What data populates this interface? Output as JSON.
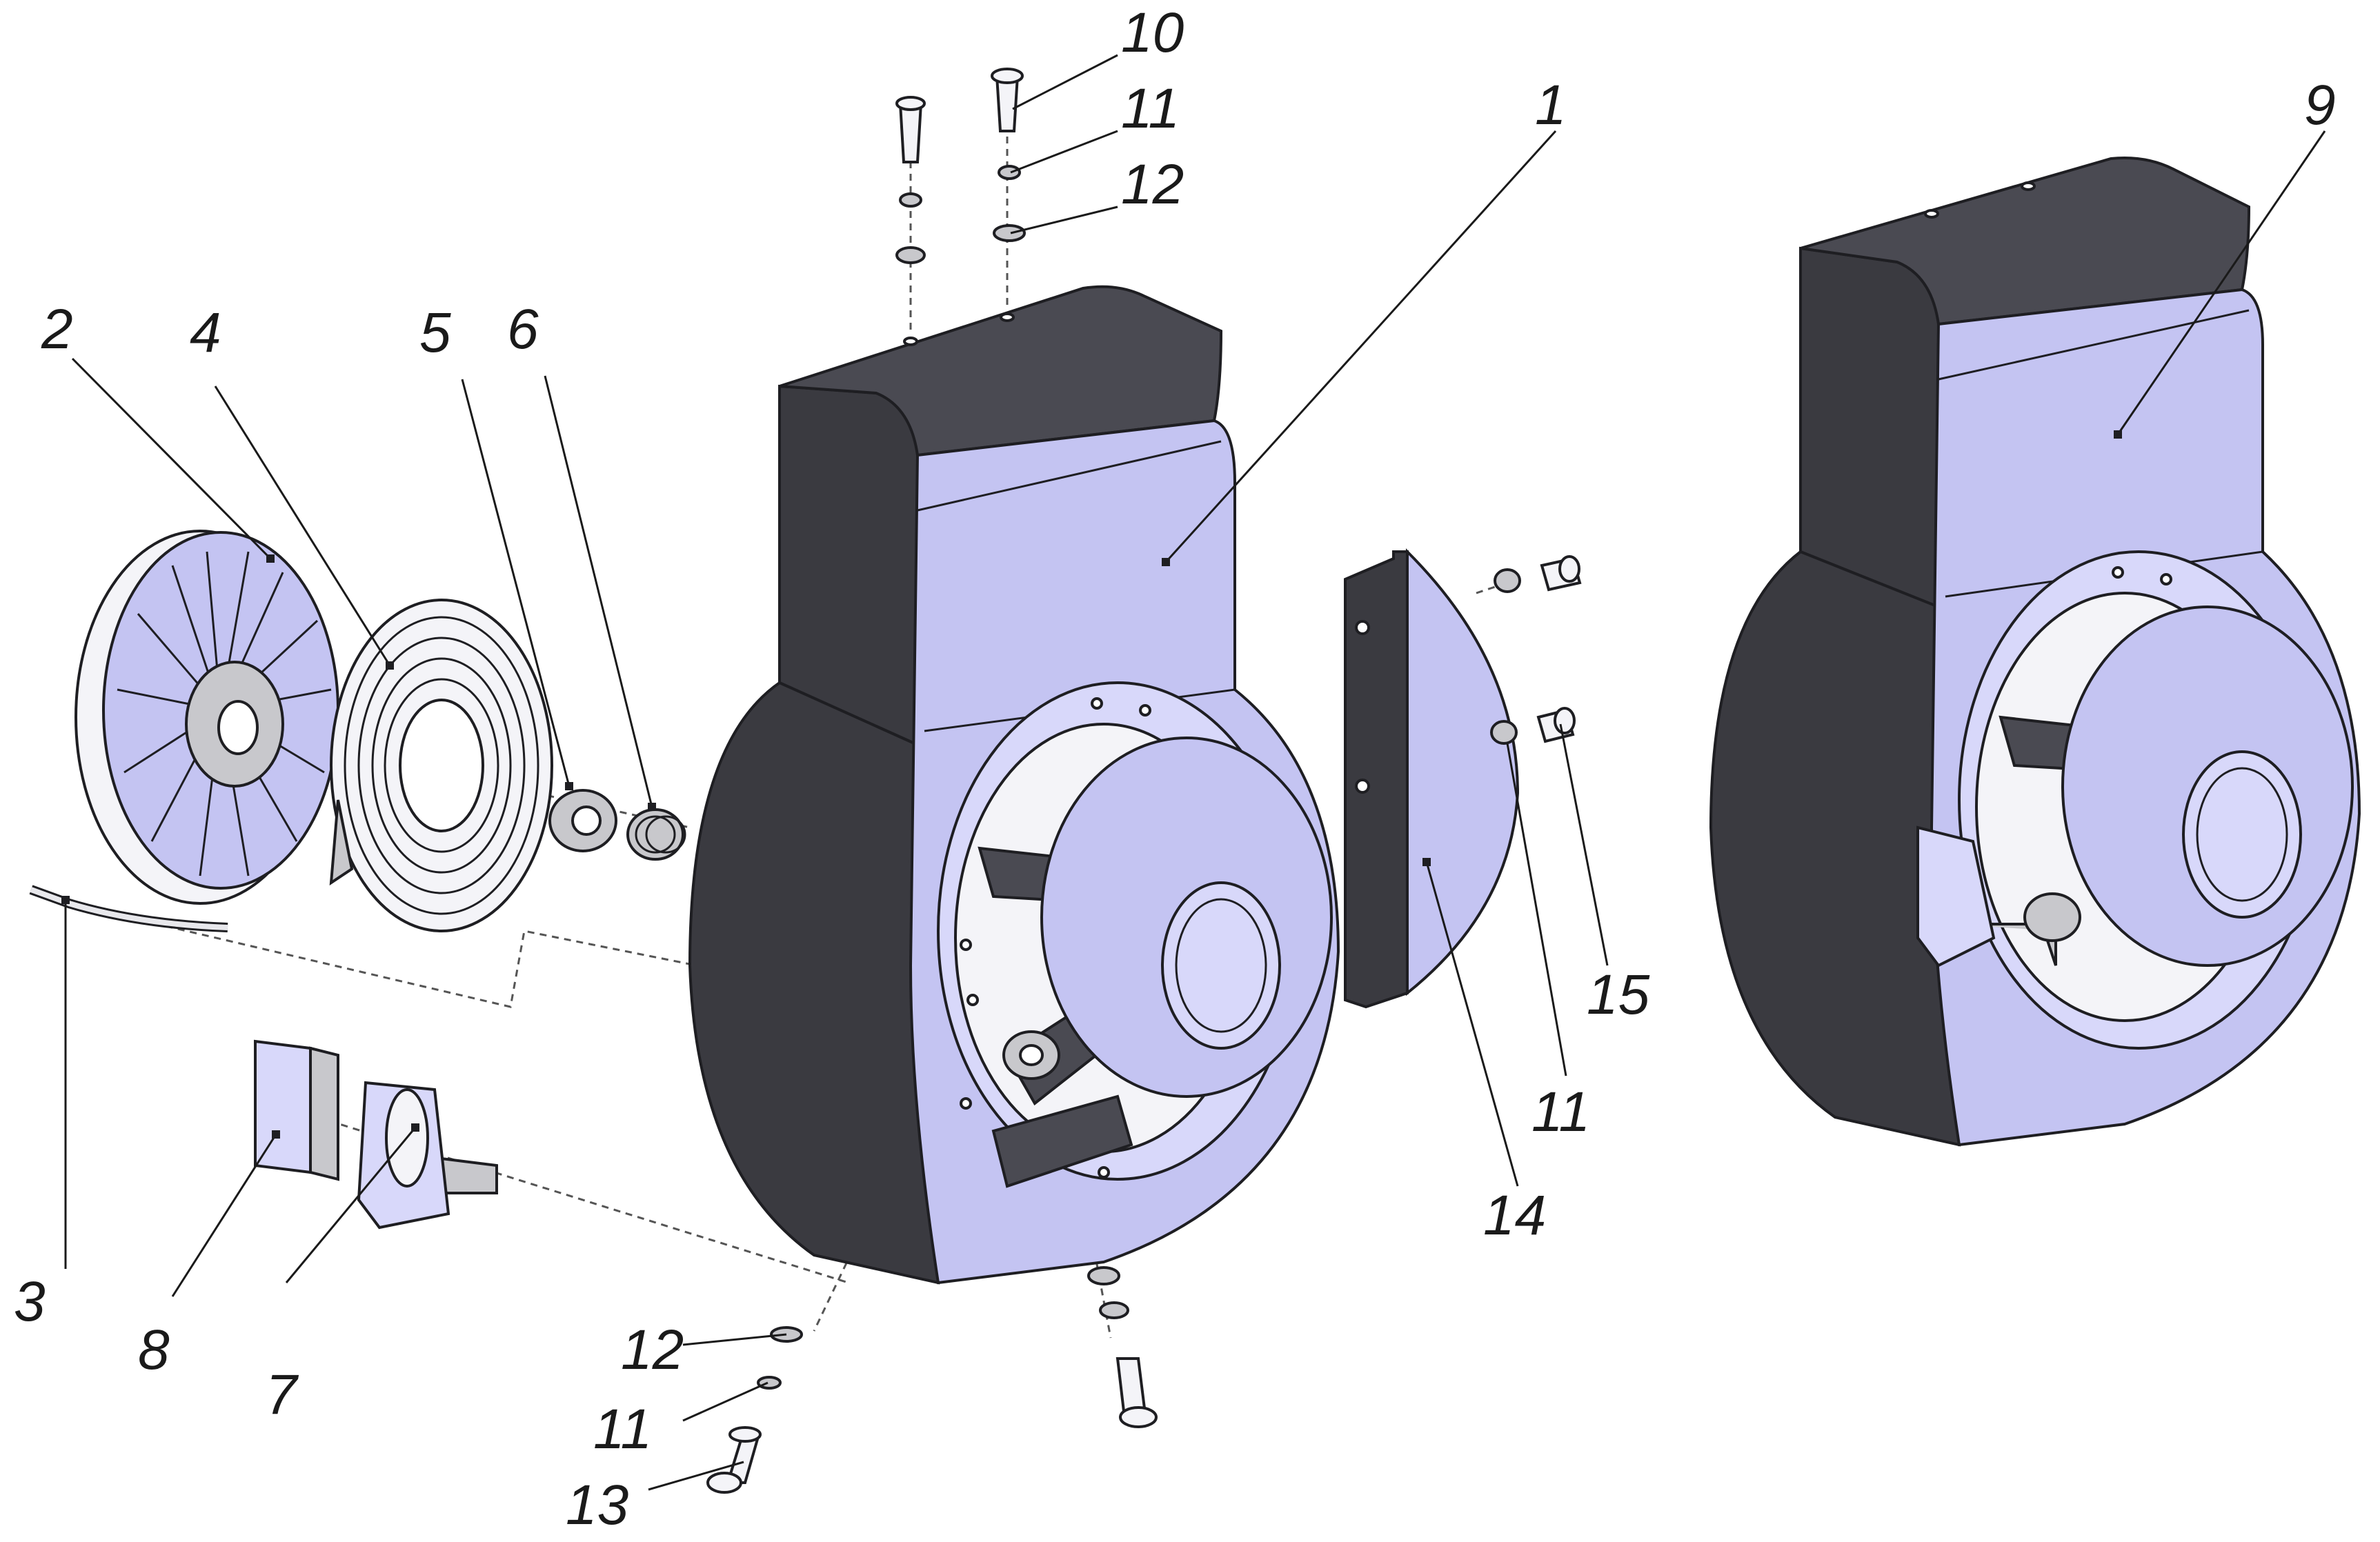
{
  "callouts": [
    {
      "id": "c1",
      "label": "1"
    },
    {
      "id": "c2",
      "label": "2"
    },
    {
      "id": "c3",
      "label": "3"
    },
    {
      "id": "c4",
      "label": "4"
    },
    {
      "id": "c5",
      "label": "5"
    },
    {
      "id": "c6",
      "label": "6"
    },
    {
      "id": "c7",
      "label": "7"
    },
    {
      "id": "c8",
      "label": "8"
    },
    {
      "id": "c9",
      "label": "9"
    },
    {
      "id": "c10",
      "label": "10"
    },
    {
      "id": "c11a",
      "label": "11"
    },
    {
      "id": "c12a",
      "label": "12"
    },
    {
      "id": "c11b",
      "label": "11"
    },
    {
      "id": "c14",
      "label": "14"
    },
    {
      "id": "c15",
      "label": "15"
    },
    {
      "id": "c12b",
      "label": "12"
    },
    {
      "id": "c11c",
      "label": "11"
    },
    {
      "id": "c13",
      "label": "13"
    }
  ],
  "colors": {
    "housing_face": "#c4c4f2",
    "housing_dark": "#4a4a52",
    "outline": "#1e1e22",
    "part_grey": "#c8c8cc"
  }
}
